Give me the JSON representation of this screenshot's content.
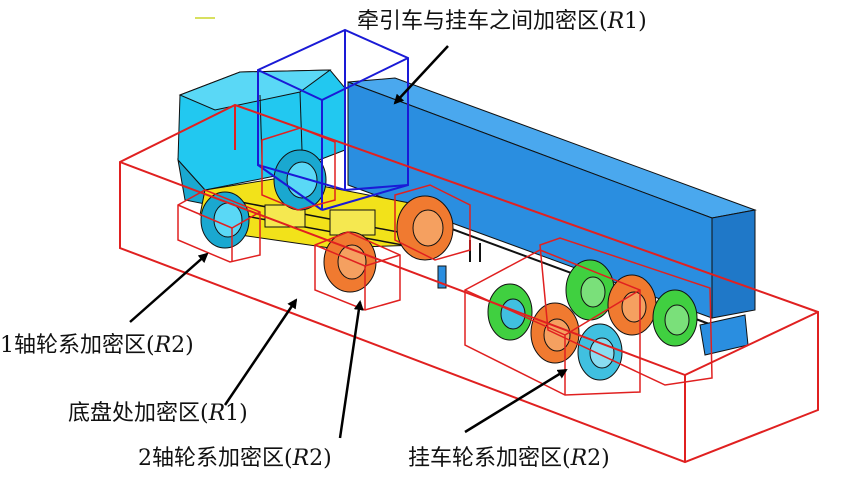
{
  "labels": {
    "top": {
      "prefix": "牵引车与挂车之间加密区(",
      "var": "R",
      "suffix": "1)"
    },
    "axle1": {
      "prefix": "1轴轮系加密区(",
      "var": "R",
      "suffix": "2)"
    },
    "chassis": {
      "prefix": "底盘处加密区(",
      "var": "R",
      "suffix": "1)"
    },
    "axle2": {
      "prefix": "2轴轮系加密区(",
      "var": "R",
      "suffix": "2)"
    },
    "trailer_axles": {
      "prefix": "挂车轮系加密区(",
      "var": "R",
      "suffix": "2)"
    }
  },
  "colors": {
    "refinement_box_r1_top": "#1a1ad6",
    "refinement_box_red": "#e02020",
    "cab": "#22c8f0",
    "trailer": "#2a8ee0",
    "chassis": "#f2e21a",
    "wheel_orange": "#f07a30",
    "wheel_green": "#40d040",
    "wheel_cyan": "#40c0e0"
  }
}
